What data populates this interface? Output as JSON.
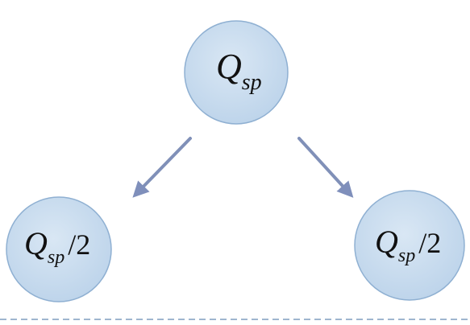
{
  "nodes": [
    {
      "id": "top",
      "symbol": "Q",
      "subscript": "sp",
      "suffix": ""
    },
    {
      "id": "left",
      "symbol": "Q",
      "subscript": "sp",
      "suffix": "/2"
    },
    {
      "id": "right",
      "symbol": "Q",
      "subscript": "sp",
      "suffix": "/2"
    }
  ],
  "edges": [
    {
      "from": "top",
      "to": "left"
    },
    {
      "from": "top",
      "to": "right"
    }
  ],
  "colors": {
    "node_fill": "#c5d9ec",
    "node_stroke": "#8fb0d2",
    "arrow": "#8090b8",
    "divider": "#9fb6cf"
  }
}
